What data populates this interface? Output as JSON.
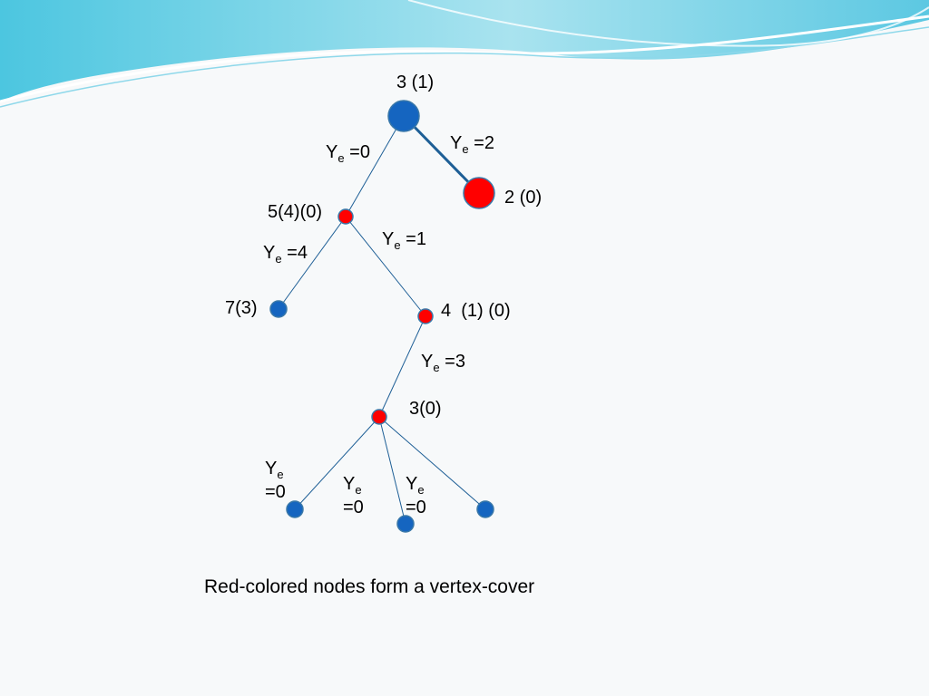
{
  "nodes": [
    {
      "id": "root",
      "label": "3 (1)",
      "fill": "#1565c0",
      "cover": false
    },
    {
      "id": "right",
      "label": "2 (0)",
      "fill": "#ff0000",
      "cover": true
    },
    {
      "id": "n5",
      "label": "5(4)(0)",
      "fill": "#ff0000",
      "cover": true
    },
    {
      "id": "n7",
      "label": "7(3)",
      "fill": "#1565c0",
      "cover": false
    },
    {
      "id": "n4",
      "label": "4  (1) (0)",
      "fill": "#ff0000",
      "cover": true
    },
    {
      "id": "n3",
      "label": "3(0)",
      "fill": "#ff0000",
      "cover": true
    },
    {
      "id": "leaf1",
      "label": "",
      "fill": "#1565c0",
      "cover": false
    },
    {
      "id": "leaf2",
      "label": "",
      "fill": "#1565c0",
      "cover": false
    },
    {
      "id": "leaf3",
      "label": "",
      "fill": "#1565c0",
      "cover": false
    }
  ],
  "edges": [
    {
      "from": "root",
      "to": "right",
      "y_sym": "Y",
      "y_sub": "e",
      "y_val": "=2"
    },
    {
      "from": "root",
      "to": "n5",
      "y_sym": "Y",
      "y_sub": "e",
      "y_val": "=0"
    },
    {
      "from": "n5",
      "to": "n7",
      "y_sym": "Y",
      "y_sub": "e",
      "y_val": "=4"
    },
    {
      "from": "n5",
      "to": "n4",
      "y_sym": "Y",
      "y_sub": "e",
      "y_val": "=1"
    },
    {
      "from": "n4",
      "to": "n3",
      "y_sym": "Y",
      "y_sub": "e",
      "y_val": "=3"
    },
    {
      "from": "n3",
      "to": "leaf1",
      "y_sym": "Y",
      "y_sub": "e",
      "y_val": "=0"
    },
    {
      "from": "n3",
      "to": "leaf2",
      "y_sym": "Y",
      "y_sub": "e",
      "y_val": "=0"
    },
    {
      "from": "n3",
      "to": "leaf3",
      "y_sym": "Y",
      "y_sub": "e",
      "y_val": "=0"
    }
  ],
  "caption": "Red-colored nodes form a vertex-cover",
  "colors": {
    "cover": "#ff0000",
    "non_cover": "#1565c0",
    "edge": "#1e5f96",
    "wave": "#7fd3e8"
  }
}
